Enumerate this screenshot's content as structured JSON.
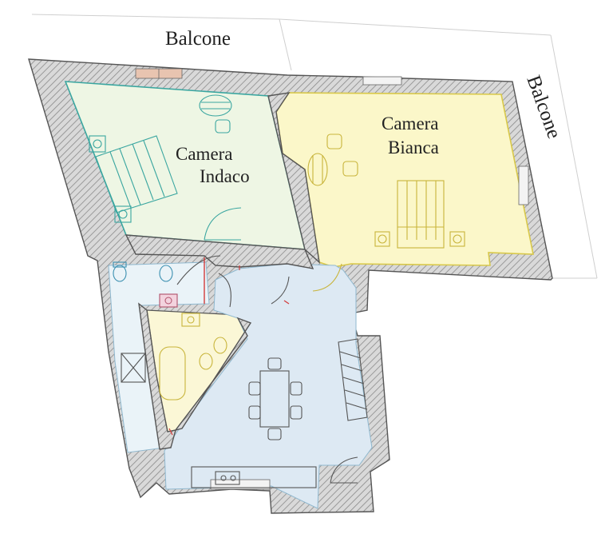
{
  "labels": {
    "balcone_top": "Balcone",
    "balcone_right": "Balcone",
    "camera_indaco_1": "Camera",
    "camera_indaco_2": "Indaco",
    "camera_bianca_1": "Camera",
    "camera_bianca_2": "Bianca"
  },
  "colors": {
    "wall_hatch": "#8a8a8a",
    "wall_fill": "#d6d6d6",
    "camera_indaco_fill": "#eef6e4",
    "camera_indaco_line": "#3aa6a0",
    "camera_bianca_fill": "#fbf7c9",
    "camera_bianca_line": "#d8c84a",
    "living_fill": "#dde9f3",
    "bath_fill": "#fbf7d6",
    "hall_fill": "#e6f0f7",
    "door_accent": "#d23a3a",
    "window_sill": "#e8c4b0"
  },
  "icons": [
    "double-bed-icon",
    "nightstand-icon",
    "armchair-icon",
    "round-table-icon",
    "dining-table-icon",
    "sink-icon",
    "toilet-icon",
    "bidet-icon",
    "bathtub-icon",
    "shower-icon",
    "kitchen-counter-icon",
    "wardrobe-icon",
    "door-swing-icon"
  ]
}
